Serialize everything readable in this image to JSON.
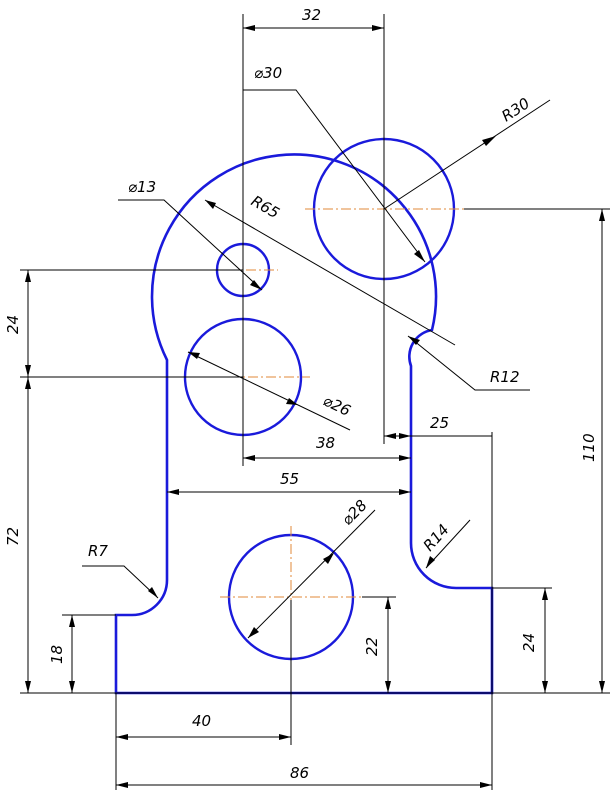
{
  "dimensions": {
    "width_32": "32",
    "diameter_30": "⌀30",
    "radius_30": "R30",
    "diameter_13": "⌀13",
    "radius_65": "R65",
    "height_24_upper": "24",
    "radius_12": "R12",
    "diameter_26": "⌀26",
    "width_38": "38",
    "width_25": "25",
    "width_55": "55",
    "height_110": "110",
    "height_72": "72",
    "radius_7": "R7",
    "diameter_28": "⌀28",
    "radius_14": "R14",
    "height_18": "18",
    "height_22": "22",
    "height_24_lower": "24",
    "width_40": "40",
    "width_86": "86"
  },
  "colors": {
    "outline": "#1a1adb",
    "centerline": "#e08a3a",
    "dimension": "#000000"
  }
}
